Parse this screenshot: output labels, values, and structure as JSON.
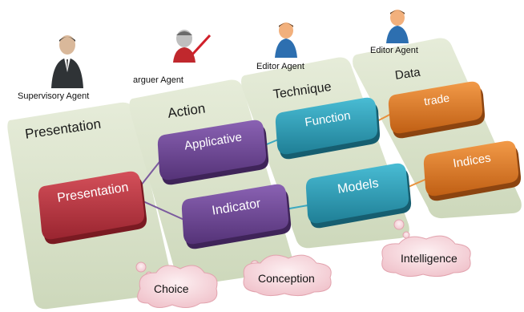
{
  "lanes": {
    "presentation": "Presentation",
    "action": "Action",
    "technique": "Technique",
    "data": "Data"
  },
  "agents": {
    "supervisory": "Supervisory Agent",
    "arguer": "arguer Agent",
    "editor1": "Editor Agent",
    "editor2": "Editor Agent"
  },
  "boxes": {
    "presentation": "Presentation",
    "applicative": "Applicative",
    "indicator": "Indicator",
    "function": "Function",
    "models": "Models",
    "trade": "trade",
    "indices": "Indices"
  },
  "clouds": {
    "choice": "Choice",
    "conception": "Conception",
    "intelligence": "Intelligence"
  },
  "colors": {
    "lane": "#d6dfc6",
    "presentation_box": "#b5323c",
    "action_box": "#6e4596",
    "technique_box": "#2f9fb8",
    "data_box": "#e07b27",
    "cloud": "#f7d6dc"
  }
}
